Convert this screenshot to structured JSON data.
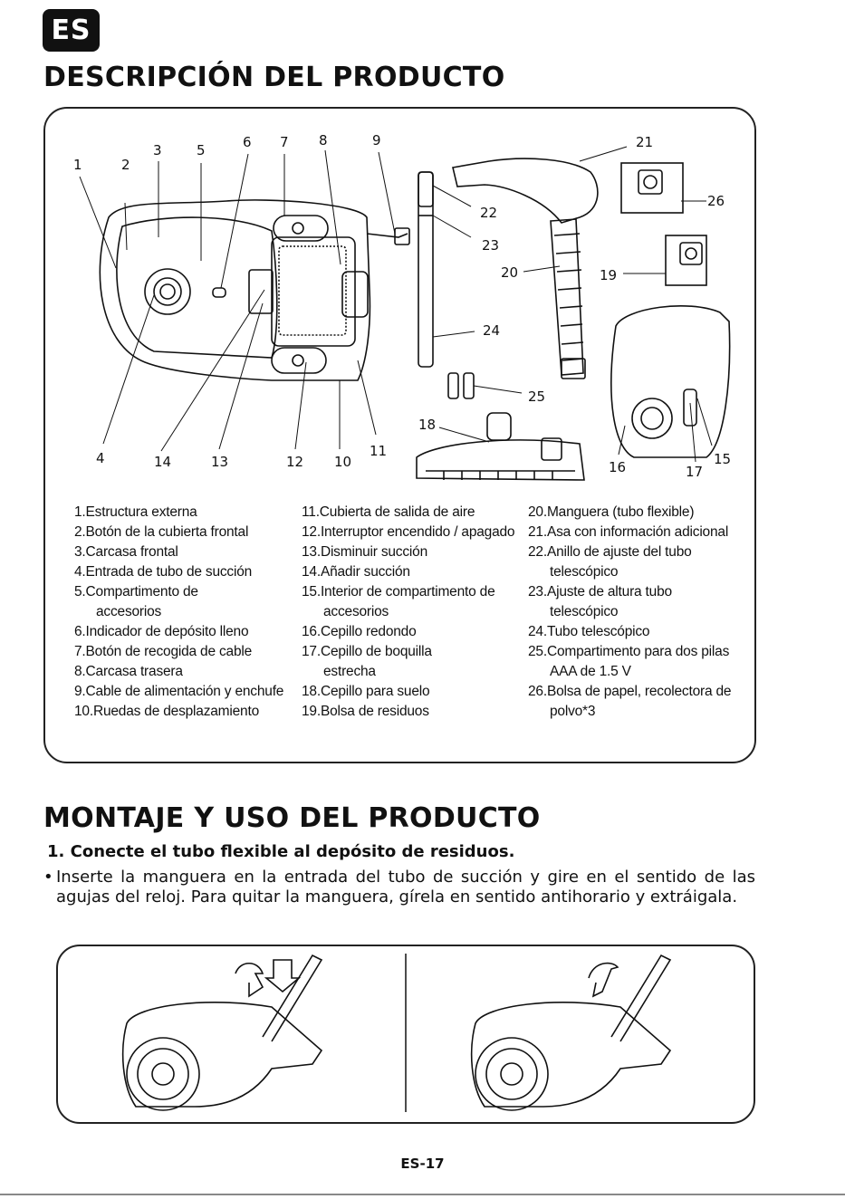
{
  "lang_badge": "ES",
  "section1_title": "DESCRIPCIÓN DEL PRODUCTO",
  "callouts": [
    "1",
    "2",
    "3",
    "4",
    "5",
    "6",
    "7",
    "8",
    "9",
    "10",
    "11",
    "12",
    "13",
    "14",
    "15",
    "16",
    "17",
    "18",
    "19",
    "20",
    "21",
    "22",
    "23",
    "24",
    "25",
    "26"
  ],
  "parts": {
    "col1": [
      "1.Estructura externa",
      "2.Botón de la cubierta frontal",
      "3.Carcasa frontal",
      "4.Entrada de tubo de succión",
      "5.Compartimento de accesorios",
      "6.Indicador de depósito lleno",
      "7.Botón de recogida de cable",
      "8.Carcasa trasera",
      "9.Cable de alimentación y enchufe",
      "10.Ruedas de desplazamiento"
    ],
    "col2": [
      "11.Cubierta de salida de aire",
      "12.Interruptor encendido / apagado",
      "13.Disminuir succión",
      "14.Añadir succión",
      "15.Interior de compartimento de accesorios",
      "16.Cepillo redondo",
      "17.Cepillo de boquilla estrecha",
      "18.Cepillo para suelo",
      "19.Bolsa de residuos"
    ],
    "col3": [
      "20.Manguera (tubo flexible)",
      "21.Asa con información adicional",
      "22.Anillo de ajuste del tubo telescópico",
      "23.Ajuste de altura tubo telescópico",
      "24.Tubo telescópico",
      "25.Compartimento para dos pilas AAA de 1.5 V",
      "26.Bolsa de papel, recolectora de polvo*3"
    ]
  },
  "section2_title": "MONTAJE Y USO DEL PRODUCTO",
  "step1_title": "1. Conecte el tubo flexible al depósito de residuos.",
  "step1_bullet": "•",
  "step1_text": "Inserte la manguera en la entrada del tubo de succión y gire en el sentido de las agujas del reloj. Para quitar la manguera, gírela en sentido antihorario y extráigala.",
  "page_number": "ES-17"
}
